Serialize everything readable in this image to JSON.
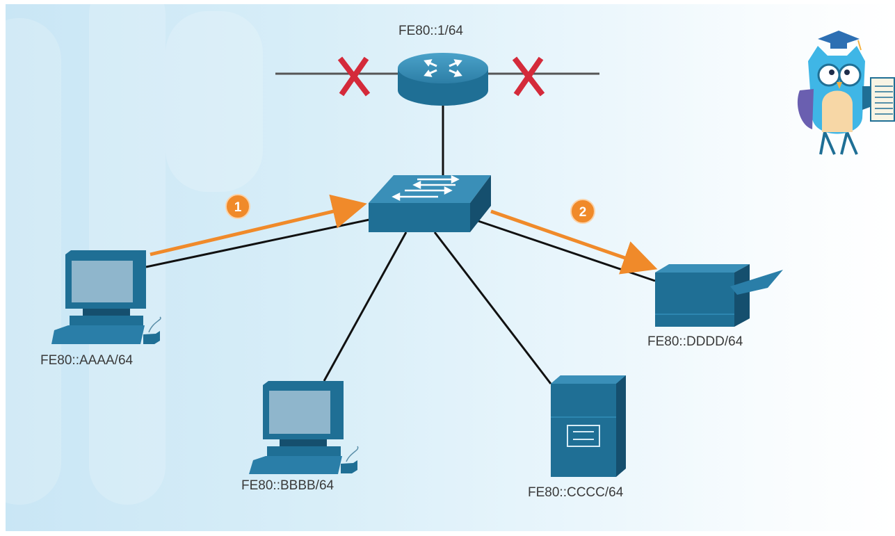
{
  "diagram": {
    "router": {
      "address": "FE80::1/64"
    },
    "hosts": [
      {
        "id": "pc-a",
        "address": "FE80::AAAA/64"
      },
      {
        "id": "pc-b",
        "address": "FE80::BBBB/64"
      },
      {
        "id": "server-c",
        "address": "FE80::CCCC/64"
      },
      {
        "id": "printer-d",
        "address": "FE80::DDDD/64"
      }
    ],
    "steps": [
      {
        "number": "1"
      },
      {
        "number": "2"
      }
    ],
    "colors": {
      "device": "#1f6f95",
      "device_dark": "#154f6e",
      "device_light": "#3a8fb8",
      "link": "#111111",
      "arrow": "#f08a2a",
      "cross": "#d42a3a"
    }
  }
}
